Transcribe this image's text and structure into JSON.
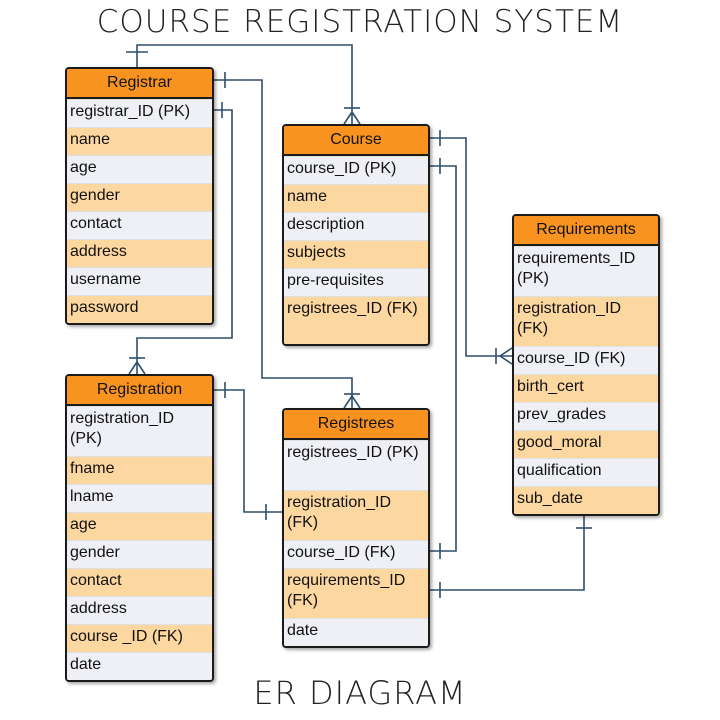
{
  "title": "COURSE REGISTRATION SYSTEM",
  "subtitle": "ER DIAGRAM",
  "colors": {
    "header": "#f7931e",
    "row_light": "#eef0f5",
    "row_orange": "#fdd7a0",
    "line": "#2f4f6f"
  },
  "entities": {
    "registrar": {
      "name": "Registrar",
      "fields": [
        "registrar_ID (PK)",
        "name",
        "age",
        "gender",
        "contact",
        "address",
        "username",
        "password"
      ]
    },
    "course": {
      "name": "Course",
      "fields": [
        "course_ID (PK)",
        "name",
        "description",
        "subjects",
        "pre-requisites",
        "registrees_ID (FK)"
      ]
    },
    "requirements": {
      "name": "Requirements",
      "fields": [
        "requirements_ID (PK)",
        "registration_ID (FK)",
        "course_ID (FK)",
        "birth_cert",
        "prev_grades",
        "good_moral",
        "qualification",
        "sub_date"
      ]
    },
    "registration": {
      "name": "Registration",
      "fields": [
        "registration_ID (PK)",
        "fname",
        "lname",
        "age",
        "gender",
        "contact",
        "address",
        "course _ID (FK)",
        "date"
      ]
    },
    "registrees": {
      "name": "Registrees",
      "fields": [
        "registrees_ID (PK)",
        "registration_ID (FK)",
        "course_ID (FK)",
        "requirements_ID (FK)",
        "date"
      ]
    }
  }
}
